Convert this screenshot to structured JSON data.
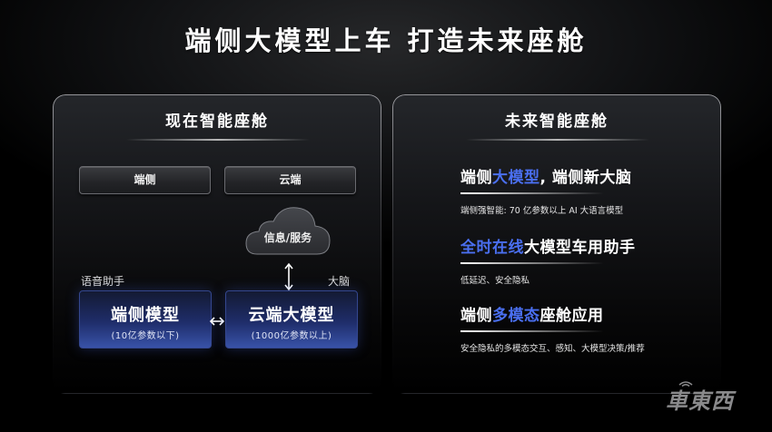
{
  "slide": {
    "title": "端侧大模型上车  打造未来座舱"
  },
  "left_panel": {
    "title": "现在智能座舱",
    "tabs": [
      "端侧",
      "云端"
    ],
    "cloud_label": "信息/服务",
    "voice_label": "语音助手",
    "brain_label": "大脑",
    "models": [
      {
        "title": "端侧模型",
        "subtitle": "(10亿参数以下)"
      },
      {
        "title": "云端大模型",
        "subtitle": "(1000亿参数以上)"
      }
    ]
  },
  "right_panel": {
    "title": "未来智能座舱",
    "features": [
      {
        "head_parts": [
          {
            "text": "端侧",
            "highlight": false
          },
          {
            "text": "大模型",
            "highlight": true
          },
          {
            "text": ", 端侧新大脑",
            "highlight": false
          }
        ],
        "desc": "端侧强智能: 70 亿参数以上 AI 大语言模型"
      },
      {
        "head_parts": [
          {
            "text": "全时在线",
            "highlight": true
          },
          {
            "text": "大模型车用助手",
            "highlight": false
          }
        ],
        "desc": "低延迟、安全隐私"
      },
      {
        "head_parts": [
          {
            "text": "端侧",
            "highlight": false
          },
          {
            "text": "多模态",
            "highlight": true
          },
          {
            "text": "座舱应用",
            "highlight": false
          }
        ],
        "desc": "安全隐私的多模态交互、感知、大模型决策/推荐"
      }
    ]
  },
  "watermark": {
    "text": "車東西"
  },
  "colors": {
    "accent_blue": "#4a6ff0",
    "model_box_blue": "#3852a8",
    "background": "#000000"
  }
}
